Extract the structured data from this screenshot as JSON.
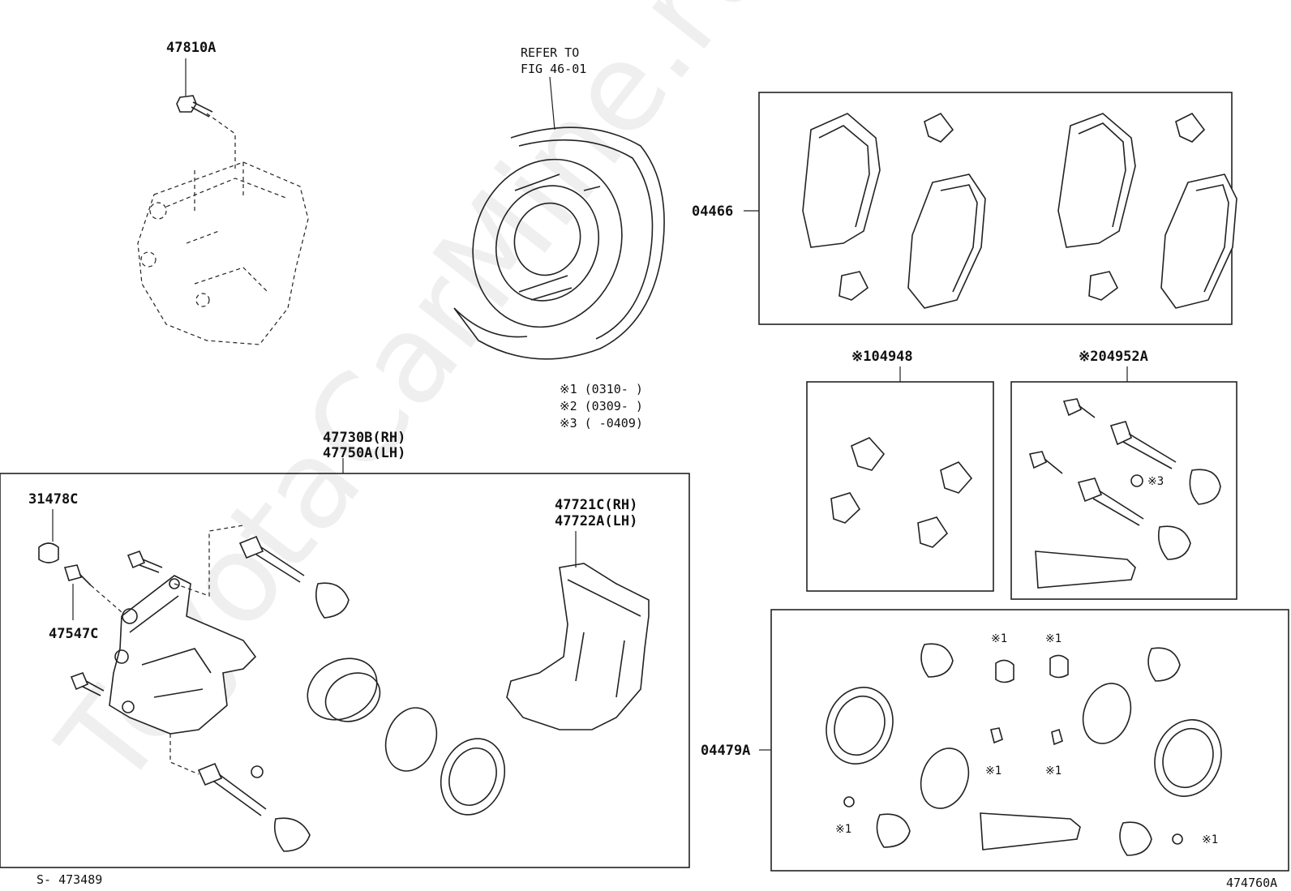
{
  "watermark": "ToyotaCarMine.ru",
  "labels": {
    "p47810A": "47810A",
    "refer_line1": "REFER TO",
    "refer_line2": "FIG 46-01",
    "p04466": "04466",
    "p104948": "※104948",
    "p204952A": "※204952A",
    "p47730B": "47730B(RH)",
    "p47750A": "47750A(LH)",
    "p31478C": "31478C",
    "p47547C": "47547C",
    "p47721C": "47721C(RH)",
    "p47722A": "47722A(LH)",
    "p04479A": "04479A",
    "star3": "※3",
    "star1": "※1"
  },
  "notes": [
    "※1 (0310-     )",
    "※2 (0309-     )",
    "※3 (     -0409)"
  ],
  "footer": {
    "left_code": "S- 473489",
    "right_code": "474760A"
  }
}
